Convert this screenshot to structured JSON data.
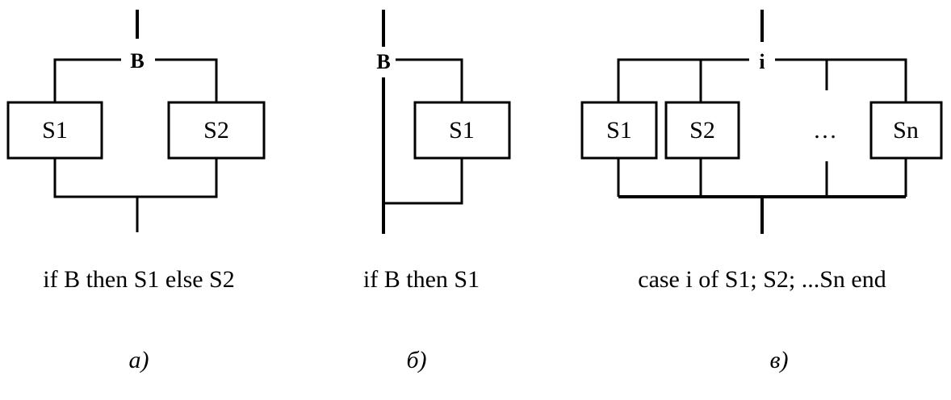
{
  "diagram_a": {
    "condition": "B",
    "box_left": "S1",
    "box_right": "S2",
    "caption": "if B then S1 else S2",
    "sublabel": "а)"
  },
  "diagram_b": {
    "condition": "B",
    "box": "S1",
    "caption": "if B then S1",
    "sublabel": "б)"
  },
  "diagram_c": {
    "selector": "i",
    "box_1": "S1",
    "box_2": "S2",
    "ellipsis": "…",
    "box_n": "Sn",
    "caption": "case i of S1; S2; ...Sn end",
    "sublabel": "в)"
  }
}
